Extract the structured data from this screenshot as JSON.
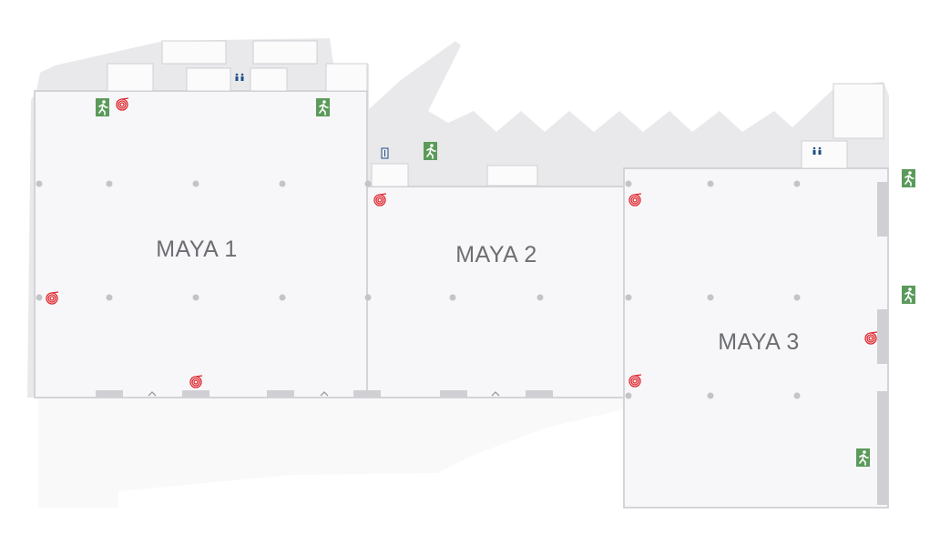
{
  "halls": [
    {
      "id": "maya-1",
      "label": "MAYA 1"
    },
    {
      "id": "maya-2",
      "label": "MAYA 2"
    },
    {
      "id": "maya-3",
      "label": "MAYA 3"
    }
  ],
  "icons": {
    "emergency_exit": "emergency-exit-icon",
    "fire_hose": "fire-hose-reel-icon",
    "restroom": "restroom-icon",
    "elevator": "elevator-icon",
    "column": "column-icon",
    "chevron": "chevron-up-icon"
  },
  "colors": {
    "hall_floor": "#f7f7f9",
    "service_area": "#e9e9eb",
    "wall": "#d4d4d8",
    "column": "#c4c4c8",
    "exit_green": "#5b9a5a",
    "fire_red": "#e0262d",
    "restroom_blue": "#1f4f86",
    "label": "#6d6e73"
  }
}
